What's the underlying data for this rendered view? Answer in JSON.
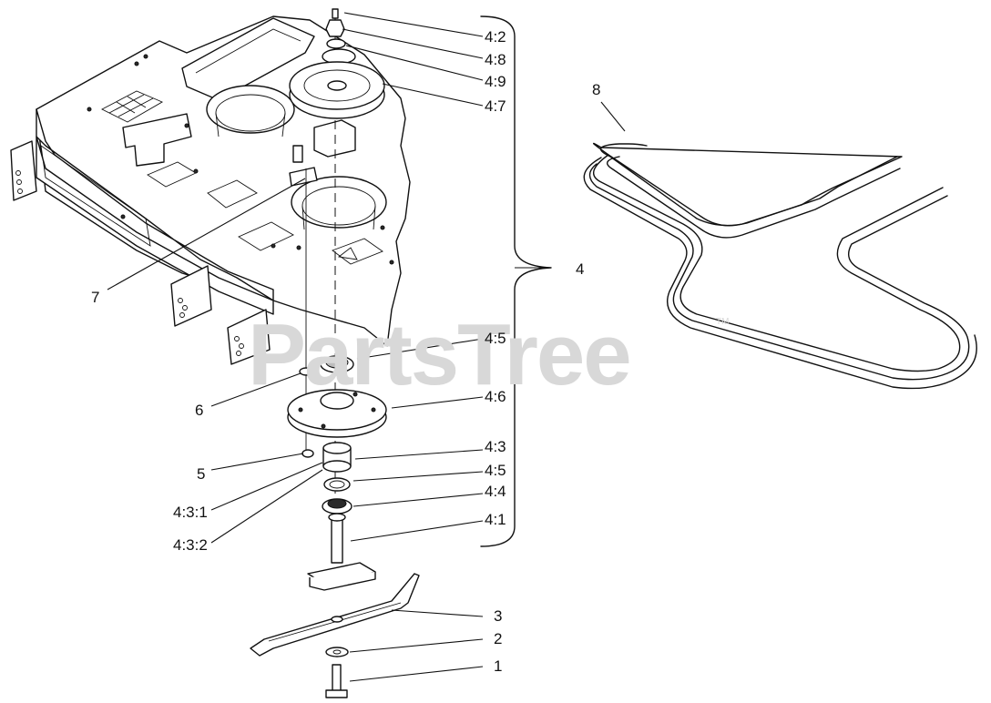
{
  "watermark": {
    "text": "PartsTree",
    "trademark": "TM"
  },
  "callouts": [
    {
      "id": "4-2",
      "label": "4:2"
    },
    {
      "id": "4-8",
      "label": "4:8"
    },
    {
      "id": "4-9",
      "label": "4:9"
    },
    {
      "id": "4-7",
      "label": "4:7"
    },
    {
      "id": "8",
      "label": "8"
    },
    {
      "id": "4",
      "label": "4"
    },
    {
      "id": "7",
      "label": "7"
    },
    {
      "id": "4-5-upper",
      "label": "4:5"
    },
    {
      "id": "6",
      "label": "6"
    },
    {
      "id": "4-6",
      "label": "4:6"
    },
    {
      "id": "4-3",
      "label": "4:3"
    },
    {
      "id": "5",
      "label": "5"
    },
    {
      "id": "4-5-lower",
      "label": "4:5"
    },
    {
      "id": "4-3-1",
      "label": "4:3:1"
    },
    {
      "id": "4-4",
      "label": "4:4"
    },
    {
      "id": "4-1",
      "label": "4:1"
    },
    {
      "id": "4-3-2",
      "label": "4:3:2"
    },
    {
      "id": "3",
      "label": "3"
    },
    {
      "id": "2",
      "label": "2"
    },
    {
      "id": "1",
      "label": "1"
    }
  ]
}
